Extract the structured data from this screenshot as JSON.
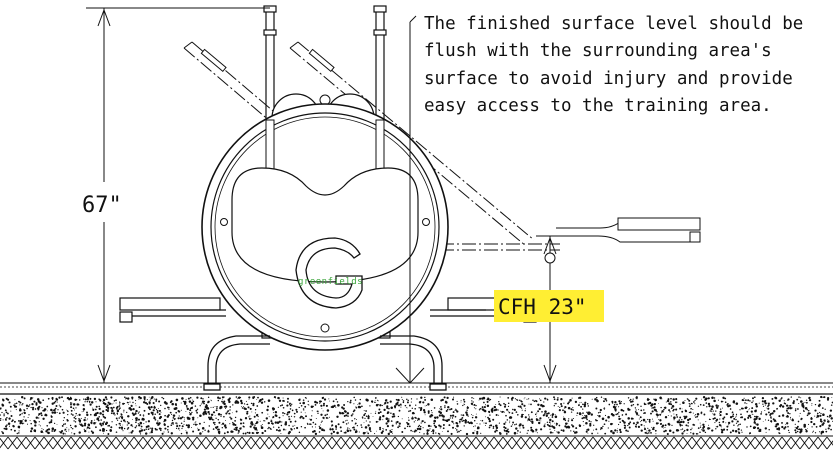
{
  "note": {
    "lines": [
      "The finished surface level should be",
      "flush with the surrounding area's",
      "surface to avoid injury and provide",
      "easy access to the training area."
    ]
  },
  "dimensions": {
    "overall_height": "67\"",
    "critical_fall_height": "CFH 23\""
  },
  "brand": {
    "logo_letter": "G",
    "name": "greenfields"
  },
  "colors": {
    "line": "#111111",
    "highlight": "#ffee33",
    "brand_green": "#3aa53a",
    "ground_fill": "#ffffff"
  }
}
